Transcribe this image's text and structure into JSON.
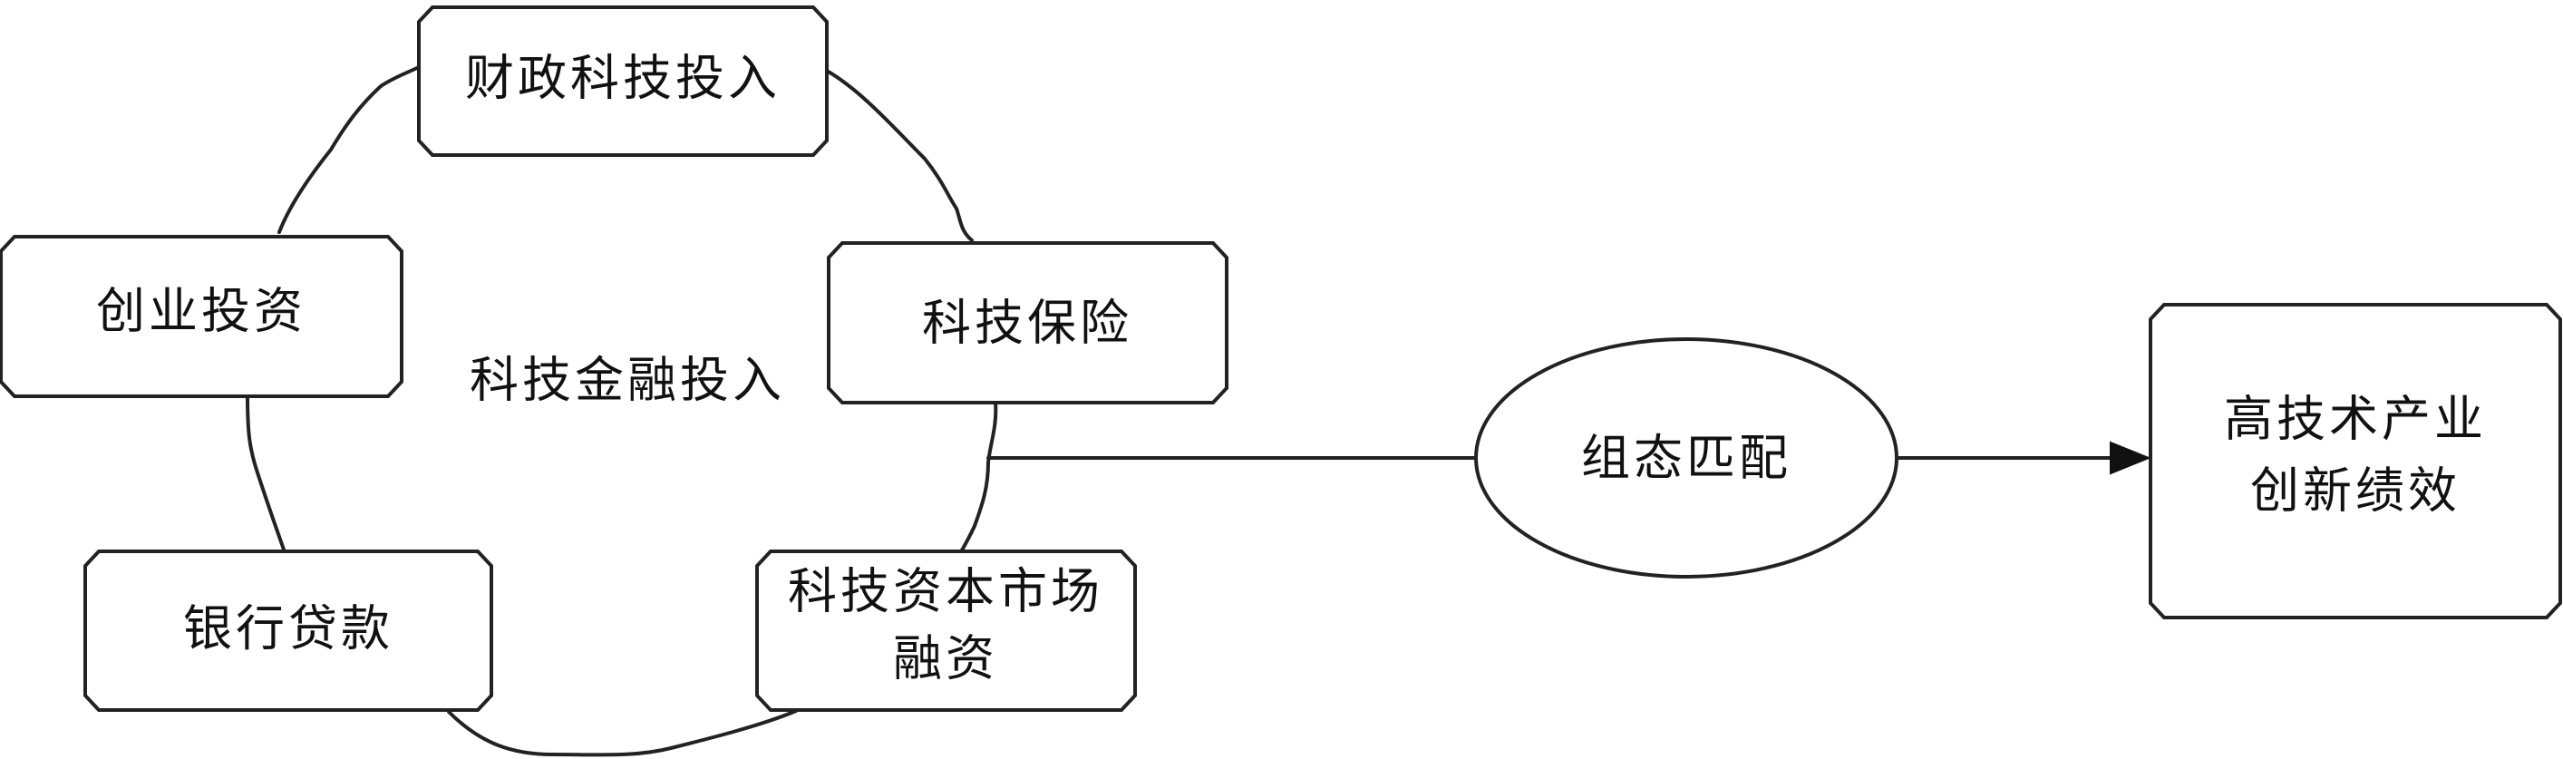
{
  "diagram": {
    "center_label": "科技金融投入",
    "nodes": {
      "fiscal": "财政科技投入",
      "insurance": "科技保险",
      "venture": "创业投资",
      "bank": "银行贷款",
      "capital_market": [
        "科技资本市场",
        "融资"
      ],
      "match": "组态匹配",
      "outcome": [
        "高技术产业",
        "创新绩效"
      ]
    }
  }
}
